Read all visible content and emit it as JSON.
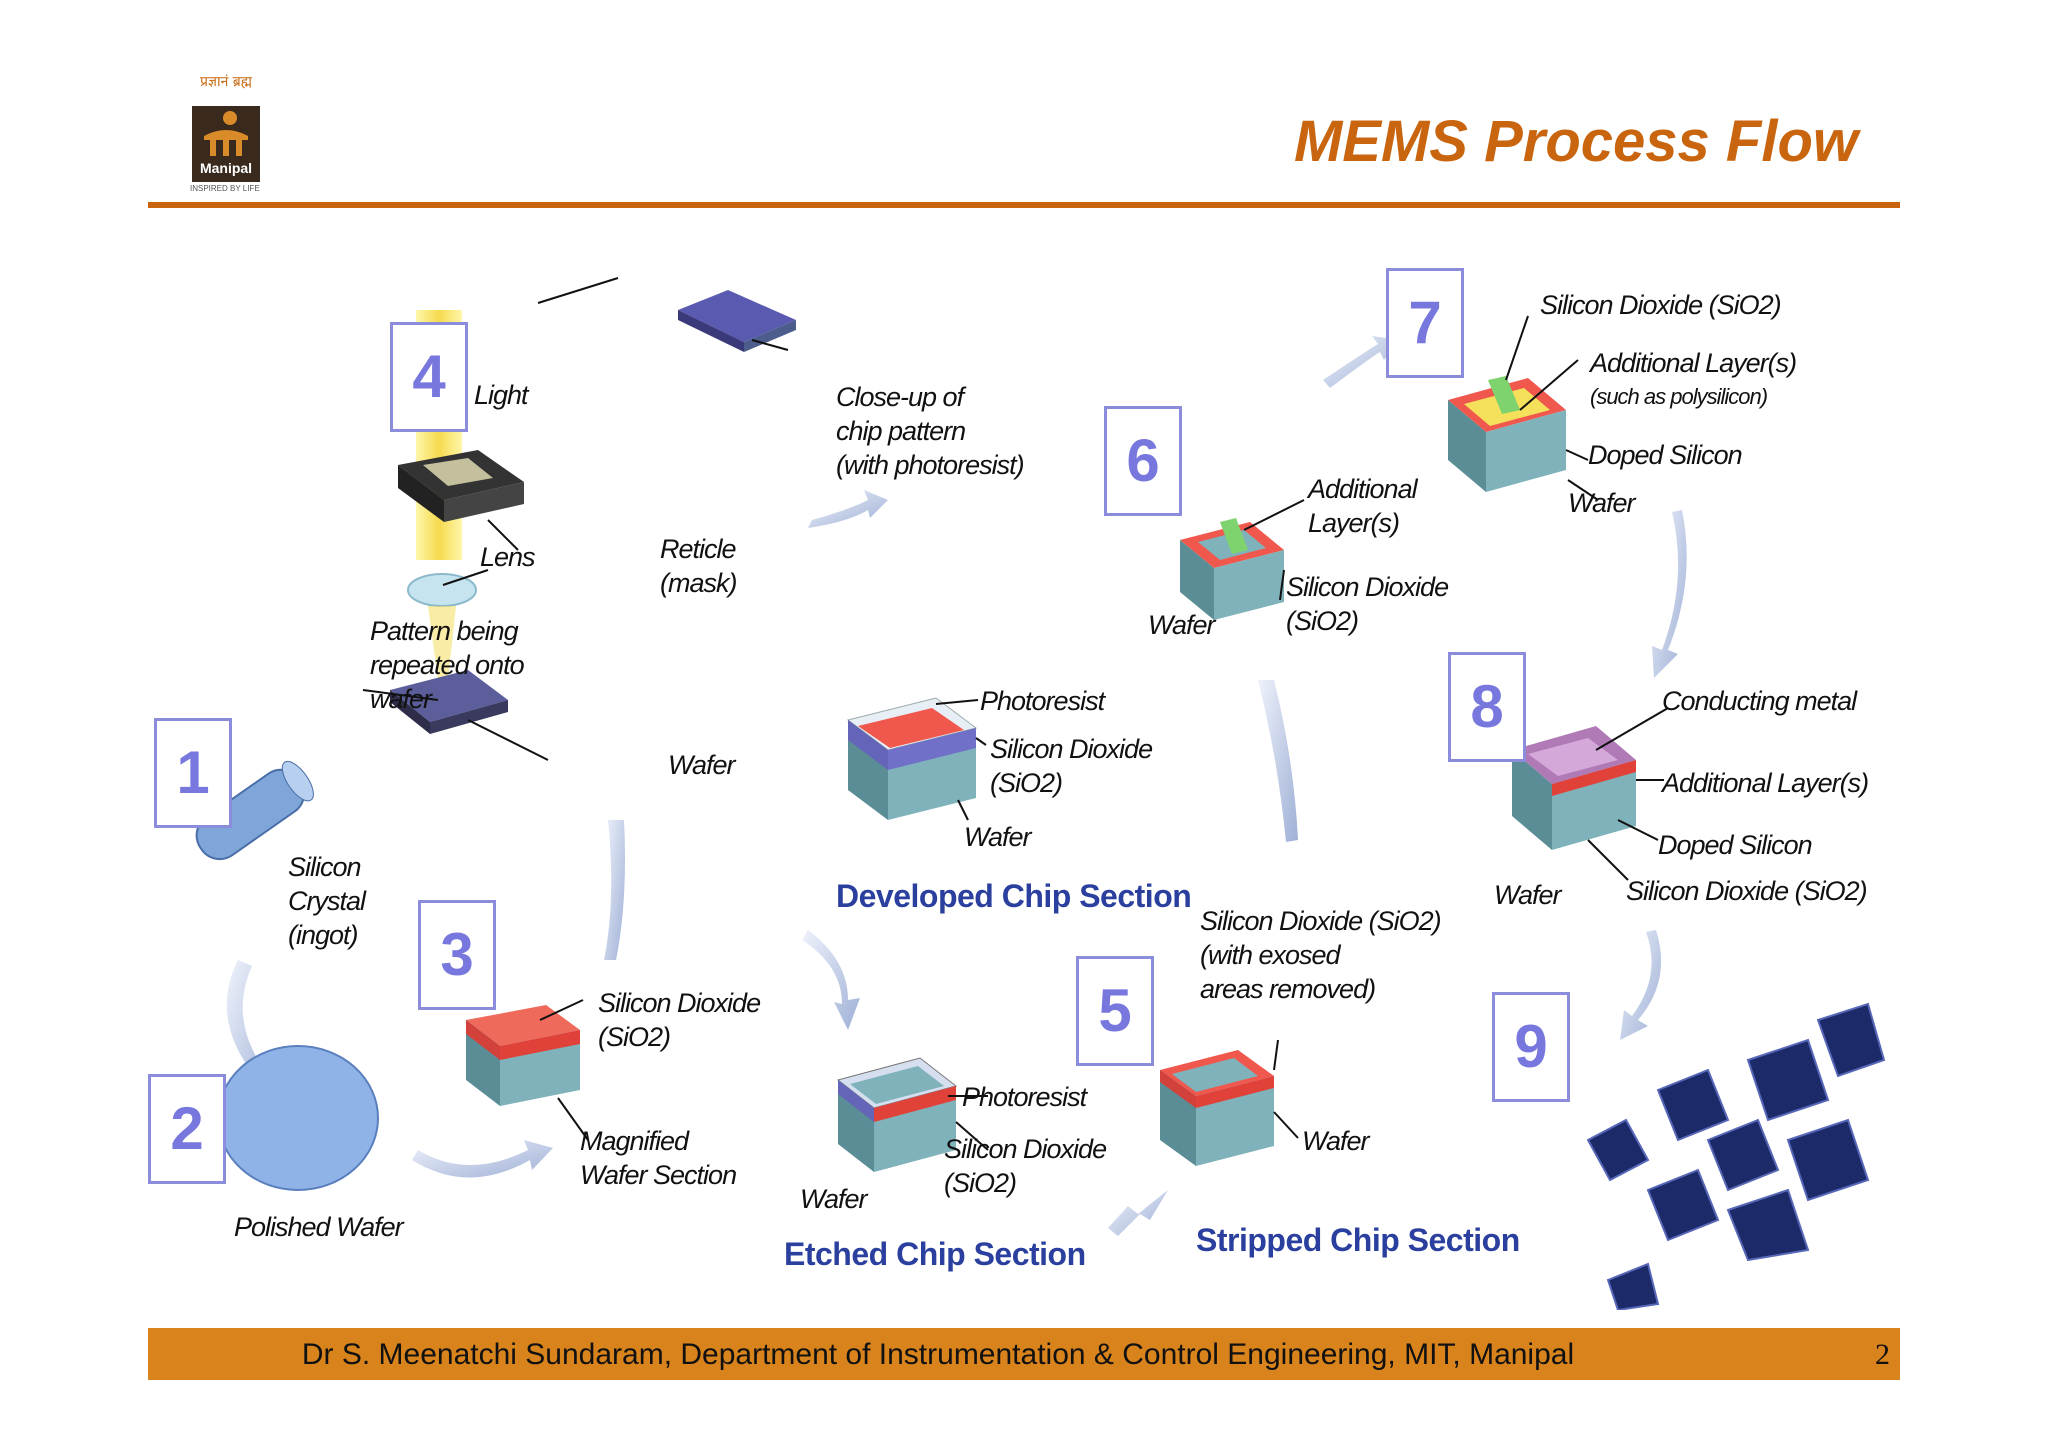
{
  "logo": {
    "top_text": "प्रज्ञानं ब्रह्म",
    "name": "Manipal",
    "tagline": "INSPIRED BY LIFE"
  },
  "title": "MEMS Process Flow",
  "steps": {
    "s1": "1",
    "s2": "2",
    "s3": "3",
    "s4": "4",
    "s5": "5",
    "s6": "6",
    "s7": "7",
    "s8": "8",
    "s9": "9"
  },
  "labels": {
    "silicon_crystal": [
      "Silicon",
      "Crystal",
      "(ingot)"
    ],
    "polished_wafer": "Polished Wafer",
    "step3_sio2": [
      "Silicon Dioxide",
      "(SiO2)"
    ],
    "step3_magnified": [
      "Magnified",
      "Wafer Section"
    ],
    "light": "Light",
    "lens": "Lens",
    "reticle": [
      "Reticle",
      "(mask)"
    ],
    "pattern": [
      "Pattern being",
      "repeated onto",
      "wafer"
    ],
    "step4_wafer": "Wafer",
    "closeup": [
      "Close-up of",
      "chip pattern",
      "(with photoresist)"
    ],
    "dev_photoresist": "Photoresist",
    "dev_sio2": [
      "Silicon Dioxide",
      "(SiO2)"
    ],
    "dev_wafer": "Wafer",
    "etch_photoresist": "Photoresist",
    "etch_sio2": [
      "Silicon Dioxide",
      "(SiO2)"
    ],
    "etch_wafer": "Wafer",
    "strip_sio2": [
      "Silicon Dioxide (SiO2)",
      "(with exosed",
      "areas removed)"
    ],
    "strip_wafer": "Wafer",
    "s6_additional": [
      "Additional",
      "Layer(s)"
    ],
    "s6_sio2": [
      "Silicon Dioxide",
      "(SiO2)"
    ],
    "s6_wafer": "Wafer",
    "s7_sio2": "Silicon Dioxide (SiO2)",
    "s7_additional": [
      "Additional Layer(s)",
      "(such as polysilicon)"
    ],
    "s7_doped": "Doped Silicon",
    "s7_wafer": "Wafer",
    "s8_metal": "Conducting metal",
    "s8_additional": "Additional Layer(s)",
    "s8_doped": "Doped Silicon",
    "s8_sio2": "Silicon Dioxide (SiO2)",
    "s8_wafer": "Wafer"
  },
  "sections": {
    "developed": "Developed Chip Section",
    "etched": "Etched Chip Section",
    "stripped": "Stripped Chip Section"
  },
  "footer": {
    "text": "Dr S. Meenatchi Sundaram, Department of Instrumentation & Control Engineering, MIT, Manipal",
    "page": "2"
  },
  "colors": {
    "accent": "#c8650e",
    "footer_bar": "#d9831c",
    "section_label": "#2a3f9e",
    "step_number": "#7777dd",
    "oxide_red": "#e0423a",
    "wafer_teal": "#6fa7b0"
  }
}
